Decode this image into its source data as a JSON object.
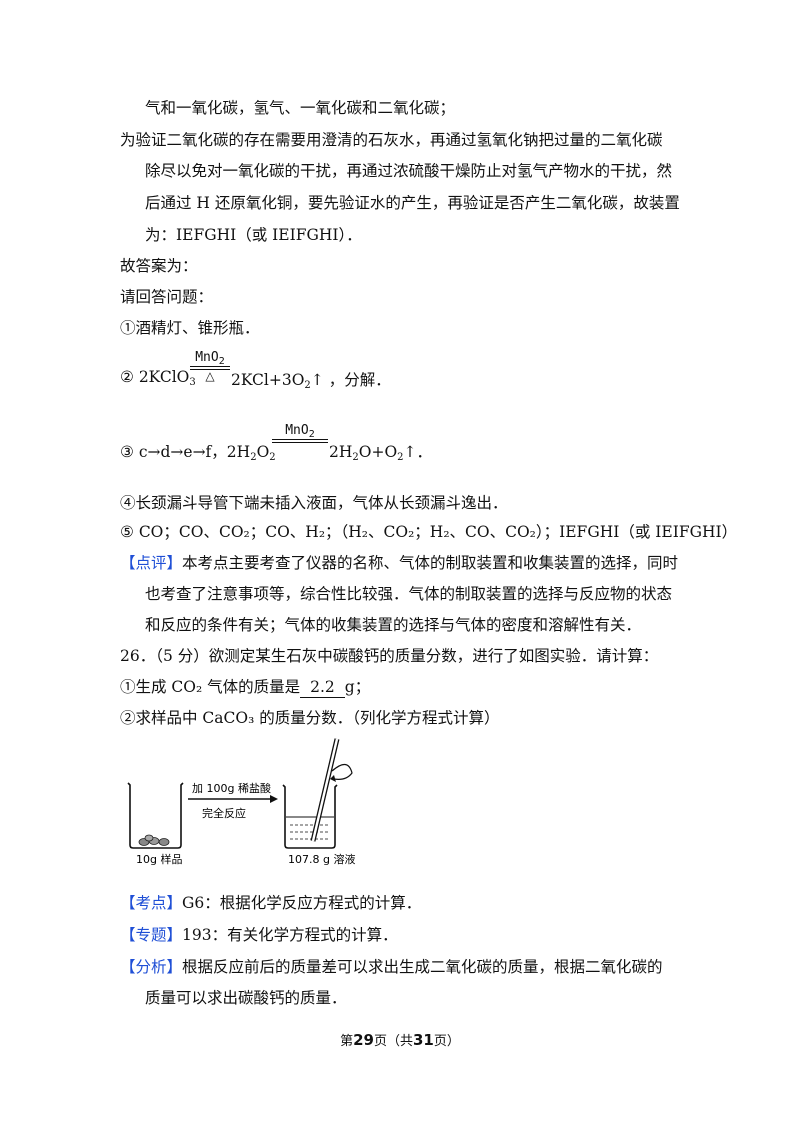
{
  "lines": {
    "l1": "气和一氧化碳，氢气、一氧化碳和二氧化碳；",
    "l2": "为验证二氧化碳的存在需要用澄清的石灰水，再通过氢氧化钠把过量的二氧化碳",
    "l3": "除尽以免对一氧化碳的干扰，再通过浓硫酸干燥防止对氢气产物水的干扰，然",
    "l4": "后通过 H 还原氧化铜，要先验证水的产生，再验证是否产生二氧化碳，故装置",
    "l5": "为：IEFGHI（或  IEIFGHI）．",
    "l6": "故答案为：",
    "l7": "请回答问题：",
    "l8": "①酒精灯、锥形瓶．"
  },
  "eq2": {
    "prefix": "② 2KClO",
    "sub3": "3",
    "condition_top": "MnO",
    "condition_top_sub": "2",
    "condition_bottom": "△",
    "product1": "2KCl+3O",
    "sub2": "2",
    "suffix": "↑ ，分解．"
  },
  "eq3": {
    "prefix": "③ c→d→e→f，2H",
    "sub_a": "2",
    "mid_a": "O",
    "sub_b": "2",
    "condition_top": "MnO",
    "condition_top_sub": "2",
    "product": "2H",
    "sub_c": "2",
    "mid_c": "O+O",
    "sub_d": "2",
    "suffix": "↑．"
  },
  "l9": "④长颈漏斗导管下端未插入液面，气体从长颈漏斗逸出．",
  "l10": "⑤ CO；CO、CO₂；CO、H₂；（H₂、CO₂；H₂、CO、CO₂）；IEFGHI（或  IEIFGHI）",
  "dianping": {
    "tag": "【点评】",
    "text1": "本考点主要考查了仪器的名称、气体的制取装置和收集装置的选择，同时",
    "text2": "也考查了注意事项等，综合性比较强．气体的制取装置的选择与反应物的状态",
    "text3": "和反应的条件有关；气体的收集装置的选择与气体的密度和溶解性有关．"
  },
  "q26": {
    "stem": "26．（5 分）欲测定某生石灰中碳酸钙的质量分数，进行了如图实验．请计算：",
    "p1_pre": "①生成 CO₂ 气体的质量是",
    "p1_answer": "2.2",
    "p1_unit": "g；",
    "p2": "②求样品中 CaCO₃ 的质量分数．（列化学方程式计算）"
  },
  "figure": {
    "arrow_top": "加 100g 稀盐酸",
    "arrow_bottom": "完全反应",
    "left_label": "10g 样品",
    "right_label": "107.8 g 溶液"
  },
  "kaodian": {
    "tag": "【考点】",
    "text": "G6：根据化学反应方程式的计算．"
  },
  "zhuanti": {
    "tag": "【专题】",
    "text": "193：有关化学方程式的计算．"
  },
  "fenxi": {
    "tag": "【分析】",
    "text1": "根据反应前后的质量差可以求出生成二氧化碳的质量，根据二氧化碳的",
    "text2": "质量可以求出碳酸钙的质量．"
  },
  "footer": {
    "pre": "第",
    "page": "29",
    "mid": "页（共",
    "total": "31",
    "post": "页）"
  }
}
